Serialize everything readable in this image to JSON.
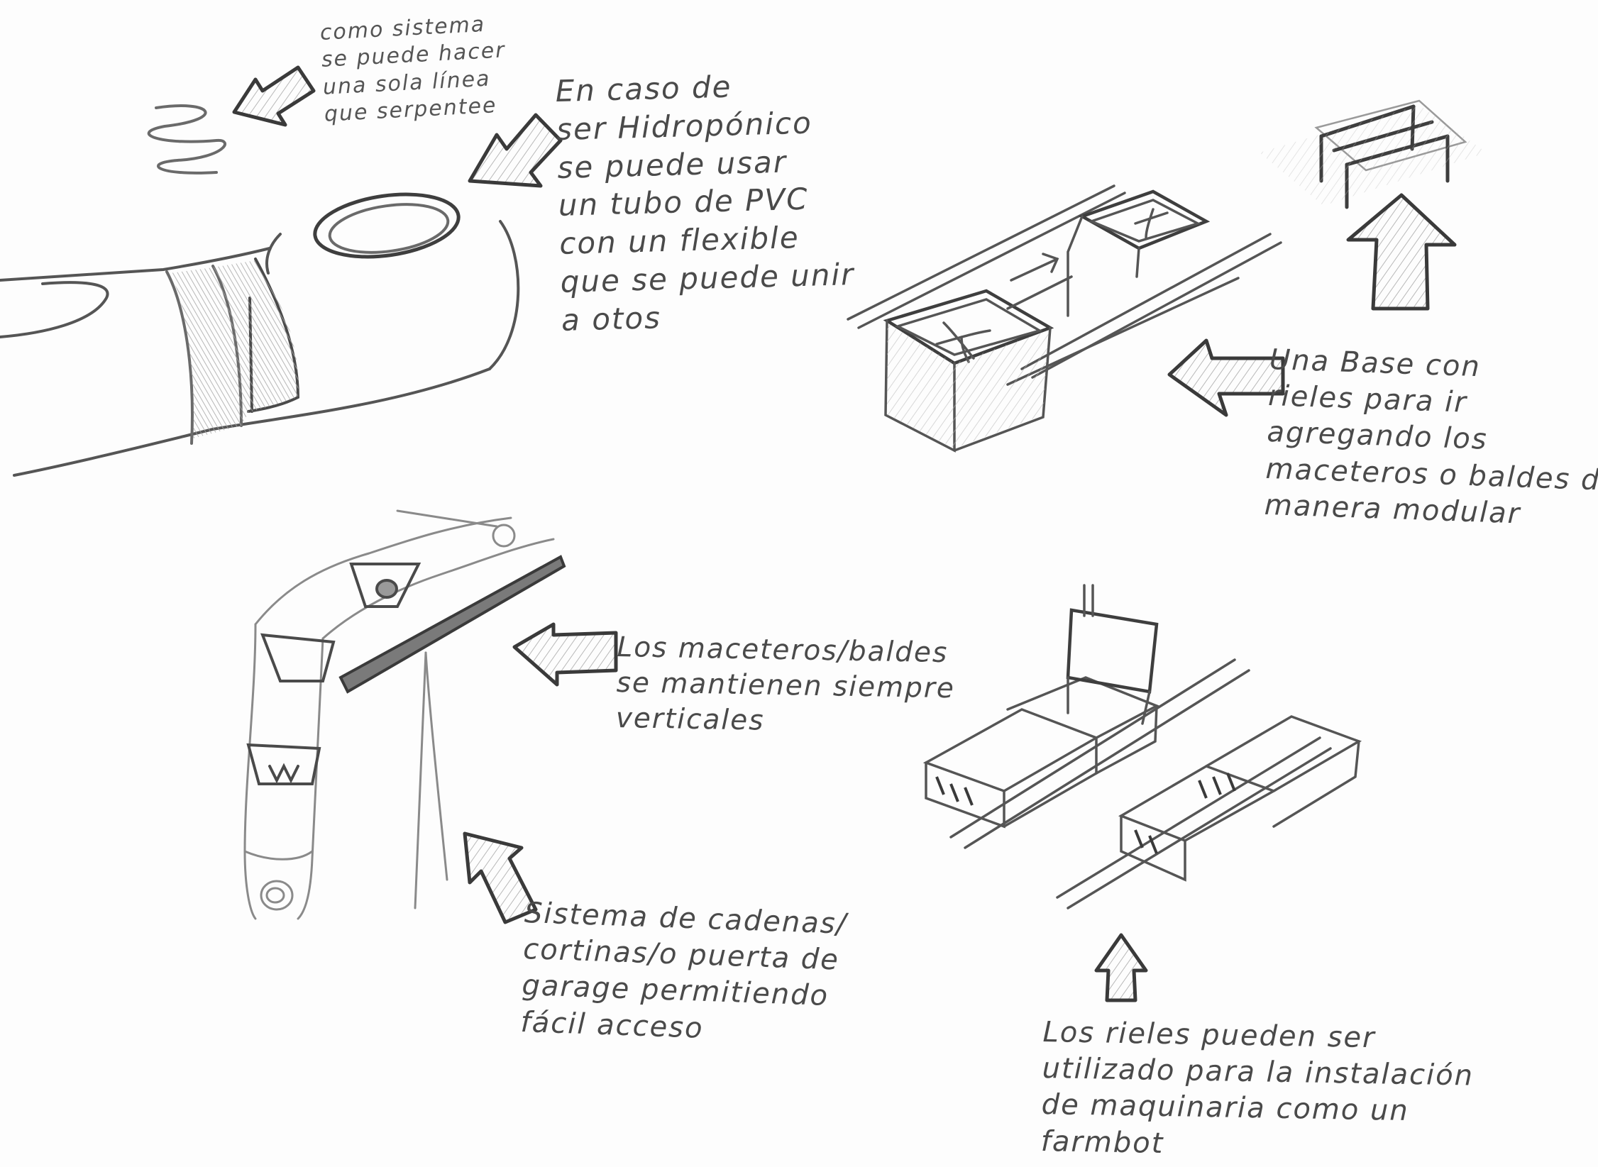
{
  "notes": {
    "serpentine": [
      "como sistema",
      "se puede hacer",
      "una sola línea",
      "que serpentee"
    ],
    "hydroponic": [
      "En caso de",
      "ser Hidropónico",
      "se puede usar",
      "un tubo de PVC",
      "con un flexible",
      "que se puede unir",
      "a otos"
    ],
    "rail_base": [
      "Una Base con",
      "rieles para ir",
      "agregando los",
      "maceteros o baldes de",
      "manera modular"
    ],
    "vertical_pots": [
      "Los maceteros/baldes",
      "se mantienen siempre",
      "verticales"
    ],
    "chain_system": [
      "Sistema de cadenas/",
      "cortinas/o puerta de",
      "garage permitiendo",
      "fácil acceso"
    ],
    "farmbot": [
      "Los rieles pueden ser",
      "utilizado para la instalación",
      "de maquinaria como un",
      "farmbot"
    ]
  },
  "colors": {
    "pencil": "#4a4a4a",
    "pencil_light": "#9a9a9a",
    "shade": "#c9c9c9",
    "arrow_fill": "#bdbdbd",
    "paper": "#fdfdfd"
  }
}
